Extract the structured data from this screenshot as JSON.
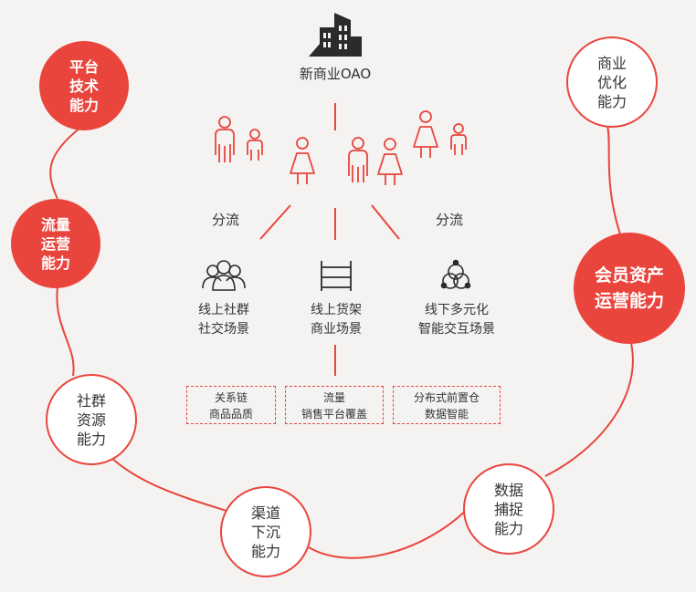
{
  "title": "新商业OAO",
  "split_left": "分流",
  "split_right": "分流",
  "scenes": {
    "left": [
      "线上社群",
      "社交场景"
    ],
    "middle": [
      "线上货架",
      "商业场景"
    ],
    "right": [
      "线下多元化",
      "智能交互场景"
    ]
  },
  "boxes": {
    "left": [
      "关系链",
      "商品品质"
    ],
    "middle": [
      "流量",
      "销售平台覆盖"
    ],
    "right": [
      "分布式前置仓",
      "数据智能"
    ]
  },
  "capabilities": {
    "platform_tech": [
      "平台",
      "技术",
      "能力"
    ],
    "traffic_ops": [
      "流量",
      "运营",
      "能力"
    ],
    "community": [
      "社群",
      "资源",
      "能力"
    ],
    "channel": [
      "渠道",
      "下沉",
      "能力"
    ],
    "data_capture": [
      "数据",
      "捕捉",
      "能力"
    ],
    "member_assets": [
      "会员资产",
      "运营能力"
    ],
    "business_opt": [
      "商业",
      "优化",
      "能力"
    ]
  },
  "colors": {
    "accent": "#e9453d",
    "background": "#f4f3f1",
    "icon_dark": "#333333"
  },
  "icons": [
    "building-icon",
    "people-group-icon",
    "user-team-icon",
    "shelf-icon",
    "connected-nodes-icon"
  ]
}
